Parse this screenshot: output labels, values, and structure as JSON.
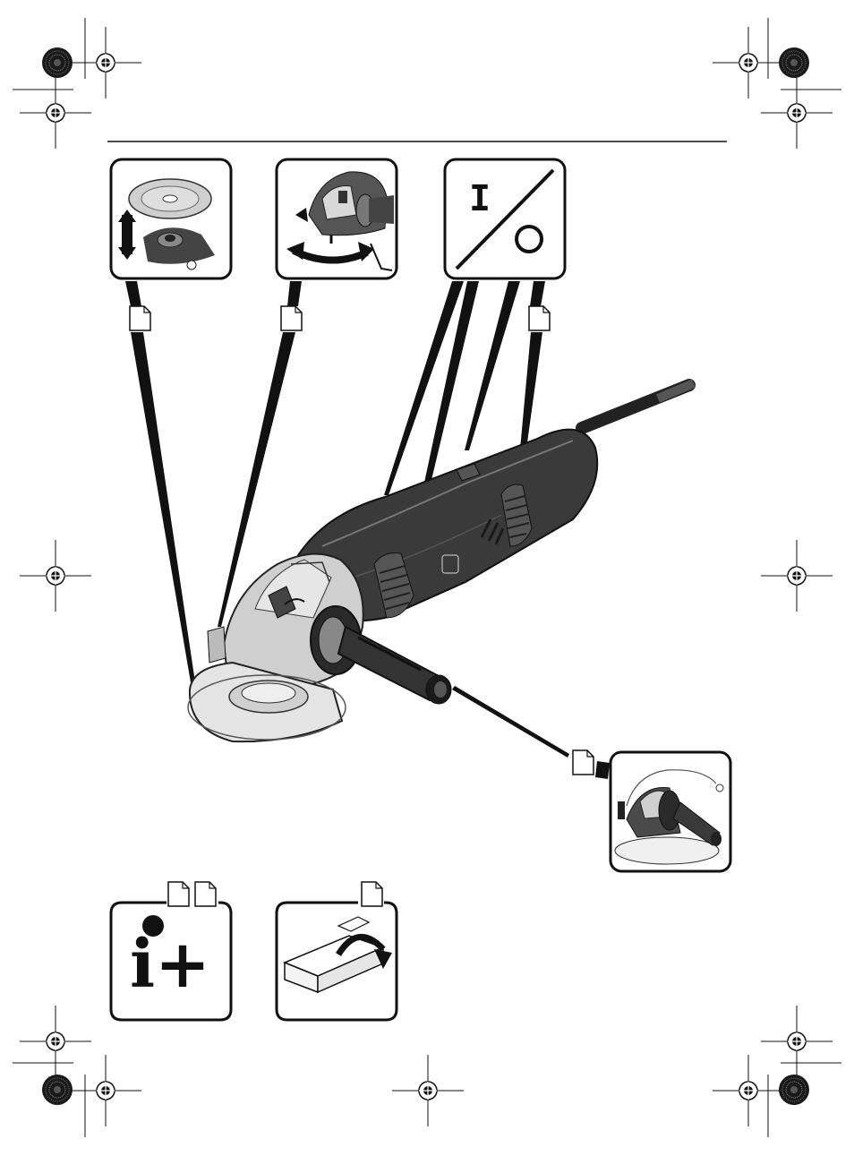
{
  "panels": {
    "switch": {
      "on_symbol": "I",
      "off_symbol": "O"
    },
    "info": {
      "symbol": "i+"
    }
  },
  "colors": {
    "ink": "#111111",
    "tool_body": "#3a3a3a",
    "tool_dark": "#1e1e1e",
    "tool_light": "#d9d9d9",
    "paper": "#ffffff"
  },
  "icons": [
    "registration-mark-icon",
    "color-target-icon",
    "page-reference-icon",
    "rotate-arrow-icon",
    "box-icon",
    "angle-grinder-illustration"
  ]
}
